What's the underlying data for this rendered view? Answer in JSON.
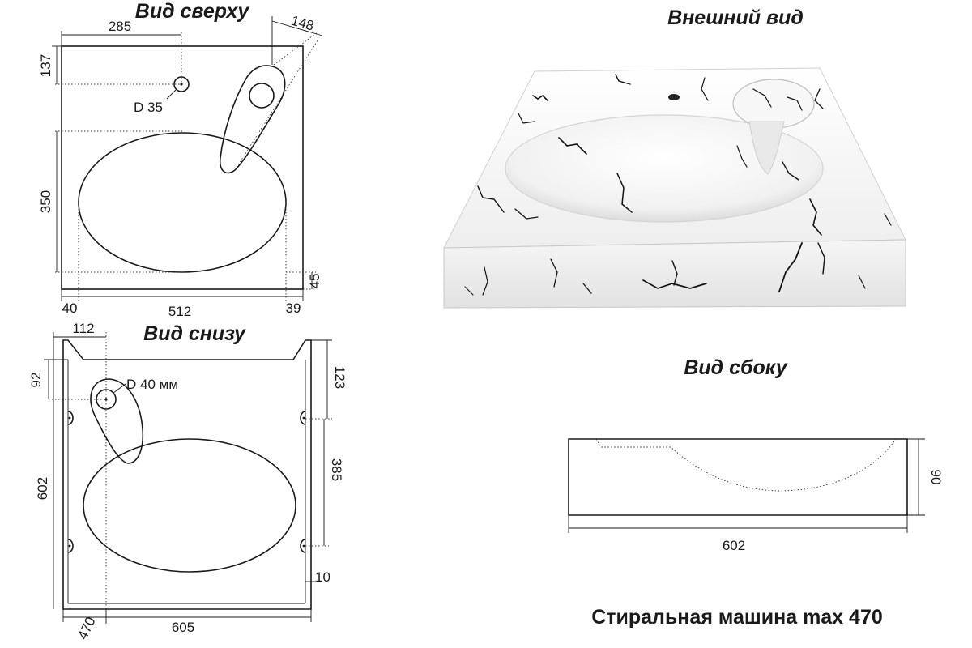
{
  "titles": {
    "top_view": "Вид сверху",
    "bottom_view": "Вид снизу",
    "exterior_view": "Внешний вид",
    "side_view": "Вид сбоку"
  },
  "top_view": {
    "dim_285": "285",
    "dim_148": "148",
    "dim_137": "137",
    "hole_label": "D 35",
    "dim_350": "350",
    "dim_45": "45",
    "dim_40": "40",
    "dim_512": "512",
    "dim_39": "39"
  },
  "bottom_view": {
    "dim_112": "112",
    "dim_92": "92",
    "hole_label": "D 40 мм",
    "dim_123": "123",
    "dim_385": "385",
    "dim_602": "602",
    "dim_10": "10",
    "dim_470": "470",
    "dim_605": "605"
  },
  "side_view": {
    "dim_90": "90",
    "dim_602": "602"
  },
  "caption": "Стиральная машина max 470",
  "colors": {
    "line": "#1a1a1a",
    "marble_top": "#f3f3f3",
    "marble_side": "#ececec",
    "vein": "#111111"
  }
}
